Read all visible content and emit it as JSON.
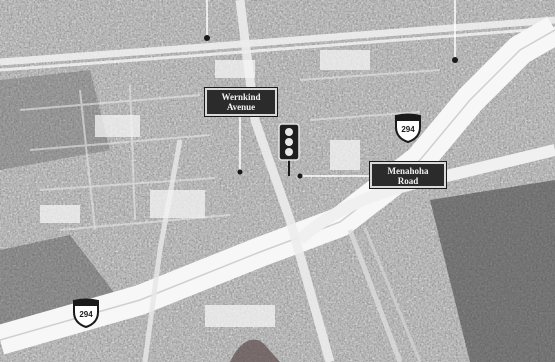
{
  "map": {
    "labels": {
      "street_1": [
        "Wernkind",
        "Avenue"
      ],
      "street_2": [
        "Menahoha",
        "Road"
      ]
    },
    "shields": {
      "upper": "294",
      "lower": "294"
    },
    "icons": [
      "traffic-signal-icon",
      "interstate-shield-icon"
    ],
    "colors": {
      "label_box": "#2b2b2b",
      "label_text": "#f4f4f4",
      "road": "#ffffff",
      "terrain_dark": "#4a4a4a",
      "terrain_light": "#bdbdbd"
    }
  }
}
